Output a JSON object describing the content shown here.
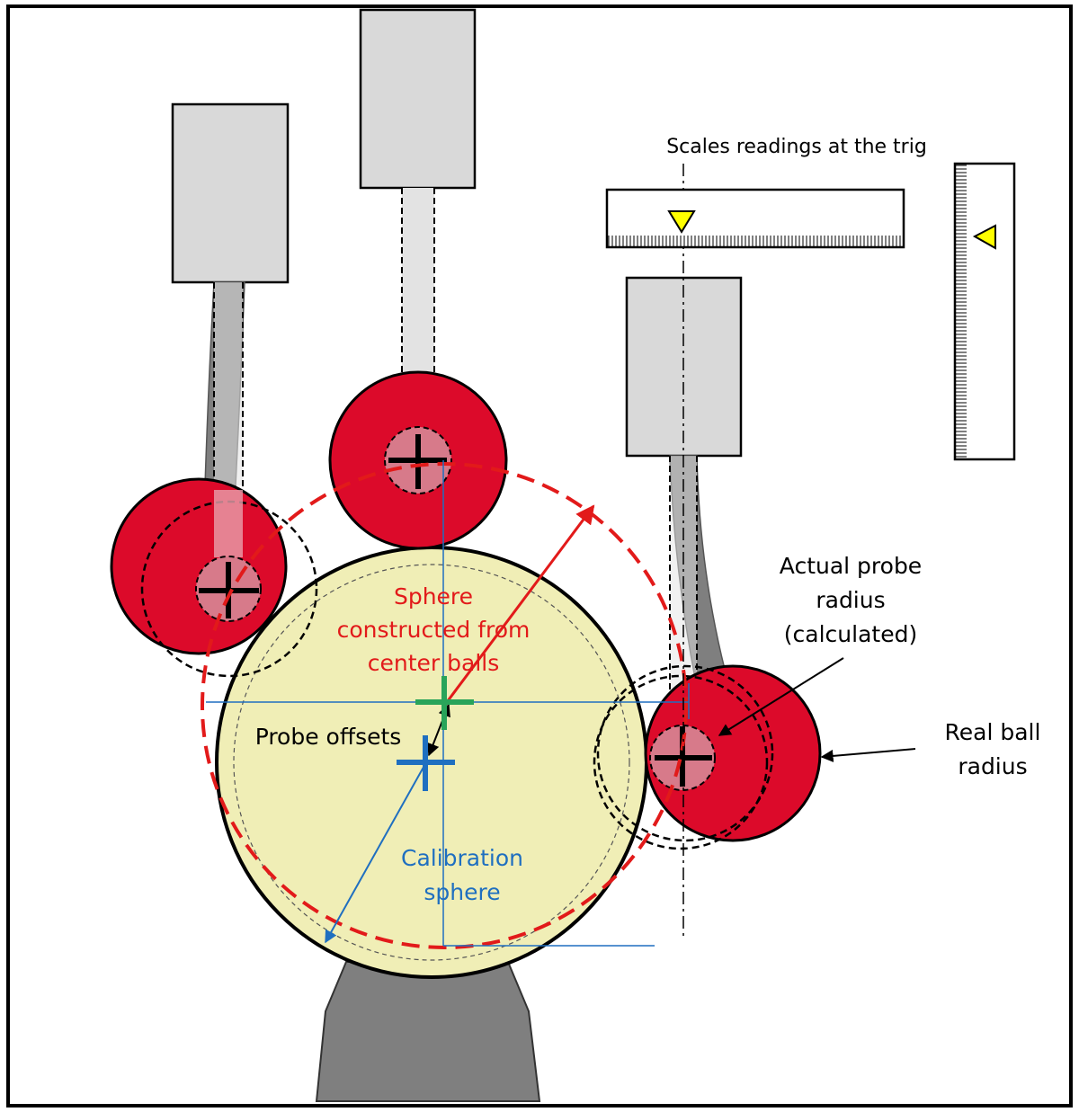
{
  "labels": {
    "scales": "Scales readings at the trig",
    "actual_probe_radius": [
      "Actual probe",
      "radius",
      "(calculated)"
    ],
    "real_ball_radius": [
      "Real ball",
      "radius"
    ],
    "sphere_constructed": [
      "Sphere",
      "constructed from",
      "center balls"
    ],
    "probe_offsets": "Probe offsets",
    "calibration_sphere": [
      "Calibration",
      "sphere"
    ]
  },
  "colors": {
    "probe_ball": "#dc0a2a",
    "calibration_sphere": "#f0eeb6",
    "constructed_sphere": "#e21a1a",
    "calibration_annotation": "#1f6fc0",
    "offset_center": "#29a45a",
    "housing": "#d9d9d9",
    "stylus": "#808080",
    "pointer": "#ffff00"
  }
}
